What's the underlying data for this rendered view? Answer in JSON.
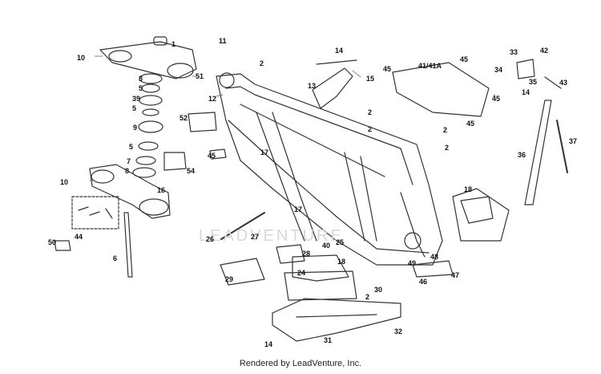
{
  "watermark": "LEADVENTURE",
  "footer": "Rendered by LeadVenture, Inc.",
  "callouts": [
    {
      "id": "c1",
      "text": "1"
    },
    {
      "id": "c10a",
      "text": "10"
    },
    {
      "id": "c51",
      "text": "51"
    },
    {
      "id": "c3",
      "text": "3"
    },
    {
      "id": "c5a",
      "text": "5"
    },
    {
      "id": "c39",
      "text": "39"
    },
    {
      "id": "c5b",
      "text": "5"
    },
    {
      "id": "c9",
      "text": "9"
    },
    {
      "id": "c5c",
      "text": "5"
    },
    {
      "id": "c7",
      "text": "7"
    },
    {
      "id": "c8",
      "text": "8"
    },
    {
      "id": "c10b",
      "text": "10"
    },
    {
      "id": "c16",
      "text": "16"
    },
    {
      "id": "c44",
      "text": "44"
    },
    {
      "id": "c50",
      "text": "50"
    },
    {
      "id": "c6",
      "text": "6"
    },
    {
      "id": "c52",
      "text": "52"
    },
    {
      "id": "c45a",
      "text": "45"
    },
    {
      "id": "c54",
      "text": "54"
    },
    {
      "id": "c11",
      "text": "11"
    },
    {
      "id": "c12",
      "text": "12"
    },
    {
      "id": "c2a",
      "text": "2"
    },
    {
      "id": "c17a",
      "text": "17"
    },
    {
      "id": "c17b",
      "text": "17"
    },
    {
      "id": "c26",
      "text": "26"
    },
    {
      "id": "c27",
      "text": "27"
    },
    {
      "id": "c14a",
      "text": "14"
    },
    {
      "id": "c13",
      "text": "13"
    },
    {
      "id": "c15",
      "text": "15"
    },
    {
      "id": "c45b",
      "text": "45"
    },
    {
      "id": "c41",
      "text": "41/41A"
    },
    {
      "id": "c45c",
      "text": "45"
    },
    {
      "id": "c45d",
      "text": "45"
    },
    {
      "id": "c2b",
      "text": "2"
    },
    {
      "id": "c2c",
      "text": "2"
    },
    {
      "id": "c2d",
      "text": "2"
    },
    {
      "id": "c45e",
      "text": "45"
    },
    {
      "id": "c2e",
      "text": "2"
    },
    {
      "id": "c33",
      "text": "33"
    },
    {
      "id": "c42",
      "text": "42"
    },
    {
      "id": "c34",
      "text": "34"
    },
    {
      "id": "c35",
      "text": "35"
    },
    {
      "id": "c14b",
      "text": "14"
    },
    {
      "id": "c43",
      "text": "43"
    },
    {
      "id": "c36",
      "text": "36"
    },
    {
      "id": "c37",
      "text": "37"
    },
    {
      "id": "c18a",
      "text": "18"
    },
    {
      "id": "c40",
      "text": "40"
    },
    {
      "id": "c25",
      "text": "25"
    },
    {
      "id": "c28",
      "text": "28"
    },
    {
      "id": "c24",
      "text": "24"
    },
    {
      "id": "c18b",
      "text": "18"
    },
    {
      "id": "c29",
      "text": "29"
    },
    {
      "id": "c49",
      "text": "49"
    },
    {
      "id": "c48",
      "text": "48"
    },
    {
      "id": "c46",
      "text": "46"
    },
    {
      "id": "c47",
      "text": "47"
    },
    {
      "id": "c30",
      "text": "30"
    },
    {
      "id": "c2f",
      "text": "2"
    },
    {
      "id": "c14c",
      "text": "14"
    },
    {
      "id": "c31",
      "text": "31"
    },
    {
      "id": "c32",
      "text": "32"
    }
  ]
}
